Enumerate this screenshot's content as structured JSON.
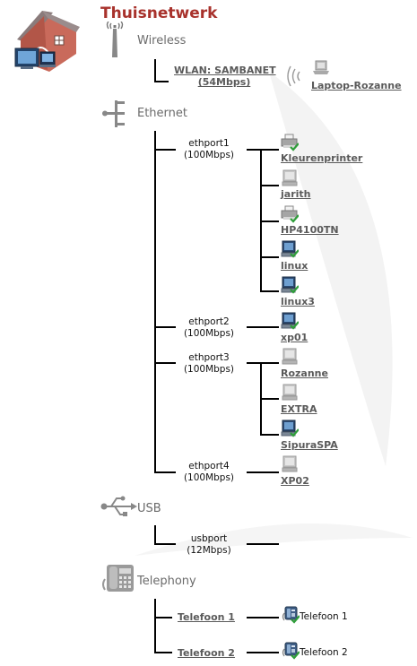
{
  "title": "Thuisnetwerk",
  "wireless": {
    "label": "Wireless",
    "wlan": {
      "name": "WLAN: SAMBANET",
      "speed": "(54Mbps)"
    },
    "client": "Laptop-Rozanne"
  },
  "ethernet": {
    "label": "Ethernet",
    "ports": [
      {
        "name": "ethport1",
        "speed": "(100Mbps)",
        "devices": [
          {
            "label": "Kleurenprinter",
            "icon": "printer-connected-icon"
          },
          {
            "label": "jarith",
            "icon": "computer-offline-icon"
          },
          {
            "label": "HP4100TN",
            "icon": "printer-connected-icon"
          },
          {
            "label": "linux",
            "icon": "computer-connected-icon"
          },
          {
            "label": "linux3",
            "icon": "computer-connected-icon"
          }
        ]
      },
      {
        "name": "ethport2",
        "speed": "(100Mbps)",
        "devices": [
          {
            "label": "xp01",
            "icon": "computer-connected-icon"
          }
        ]
      },
      {
        "name": "ethport3",
        "speed": "(100Mbps)",
        "devices": [
          {
            "label": "Rozanne",
            "icon": "computer-offline-icon"
          },
          {
            "label": "EXTRA",
            "icon": "computer-offline-icon"
          },
          {
            "label": "SipuraSPA",
            "icon": "computer-connected-icon"
          }
        ]
      },
      {
        "name": "ethport4",
        "speed": "(100Mbps)",
        "devices": [
          {
            "label": "XP02",
            "icon": "computer-offline-icon"
          }
        ]
      }
    ]
  },
  "usb": {
    "label": "USB",
    "port": "usbport",
    "speed": "(12Mbps)"
  },
  "telephony": {
    "label": "Telephony",
    "lines": [
      {
        "name": "Telefoon 1",
        "device": "Telefoon 1"
      },
      {
        "name": "Telefoon 2",
        "device": "Telefoon 2"
      }
    ]
  }
}
